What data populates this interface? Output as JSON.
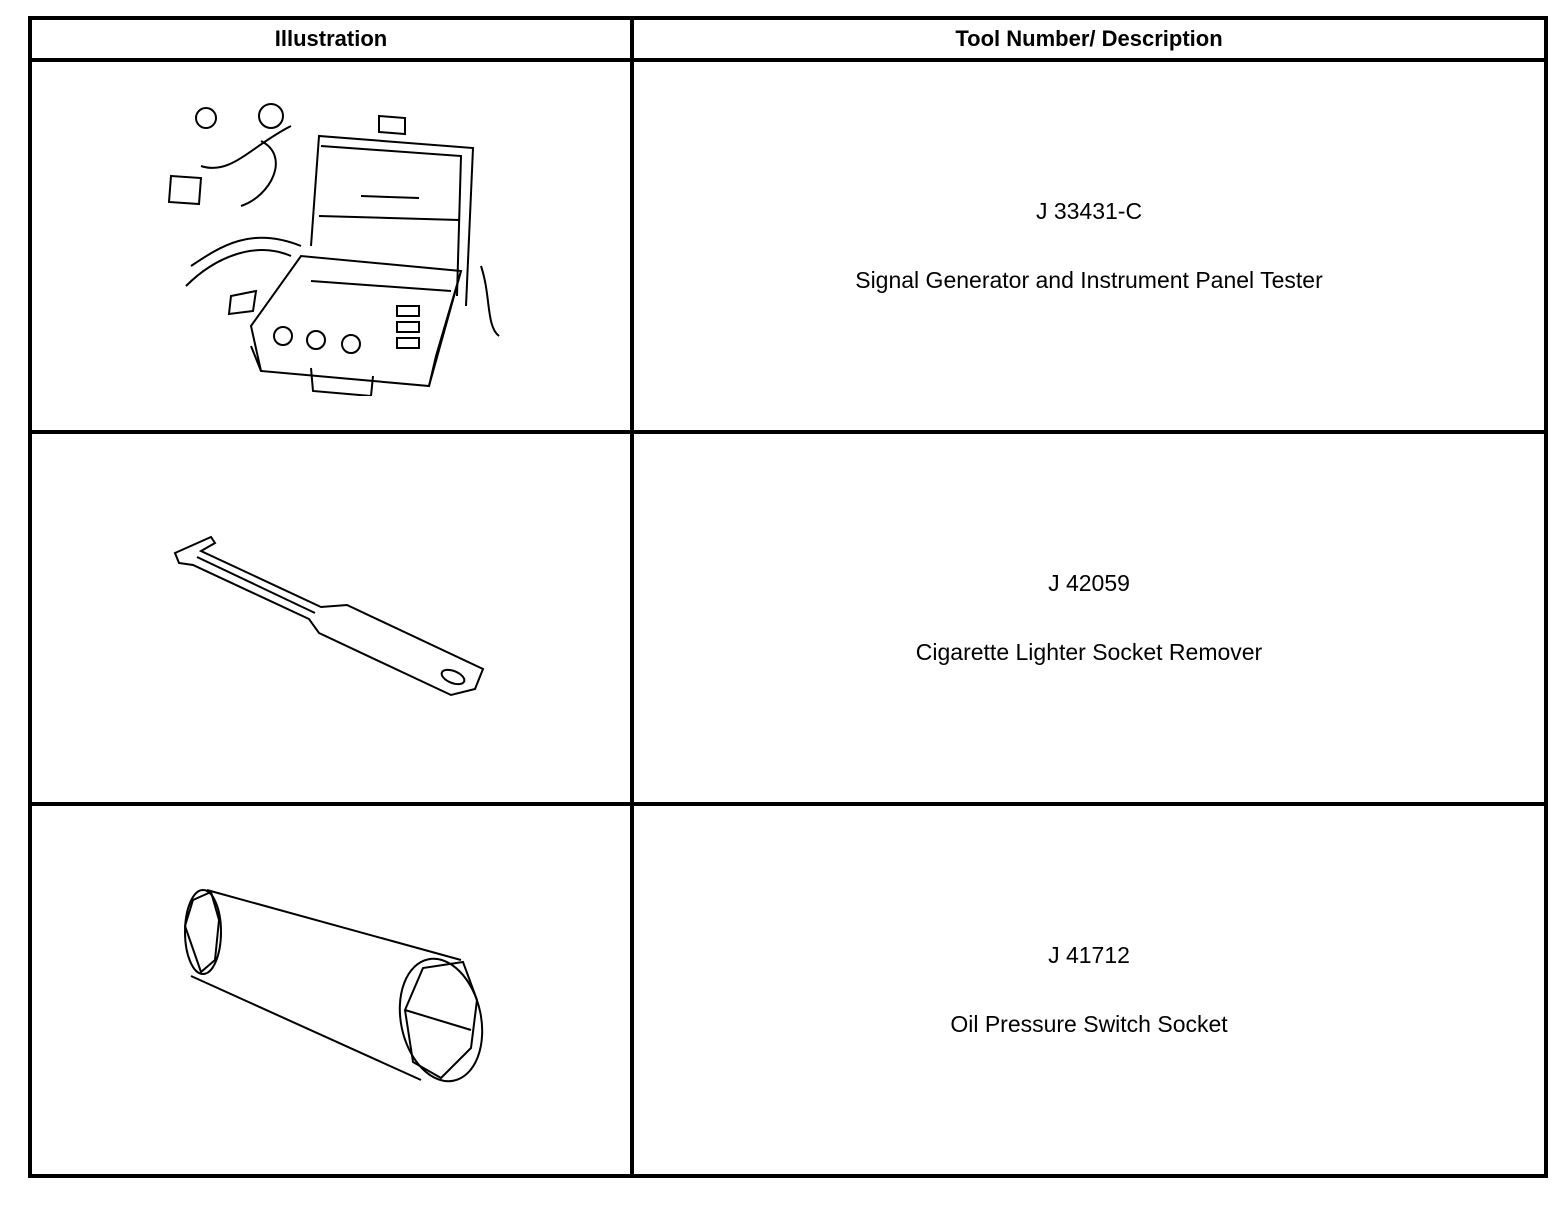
{
  "header": {
    "col_illustration": "Illustration",
    "col_tool": "Tool Number/ Description"
  },
  "rows": [
    {
      "tool_number": "J 33431-C",
      "description": "Signal Generator and Instrument Panel Tester",
      "illustration_icon": "tester-case-icon"
    },
    {
      "tool_number": "J 42059",
      "description": "Cigarette Lighter Socket Remover",
      "illustration_icon": "socket-remover-icon"
    },
    {
      "tool_number": "J 41712",
      "description": "Oil Pressure Switch Socket",
      "illustration_icon": "deep-socket-icon"
    }
  ]
}
